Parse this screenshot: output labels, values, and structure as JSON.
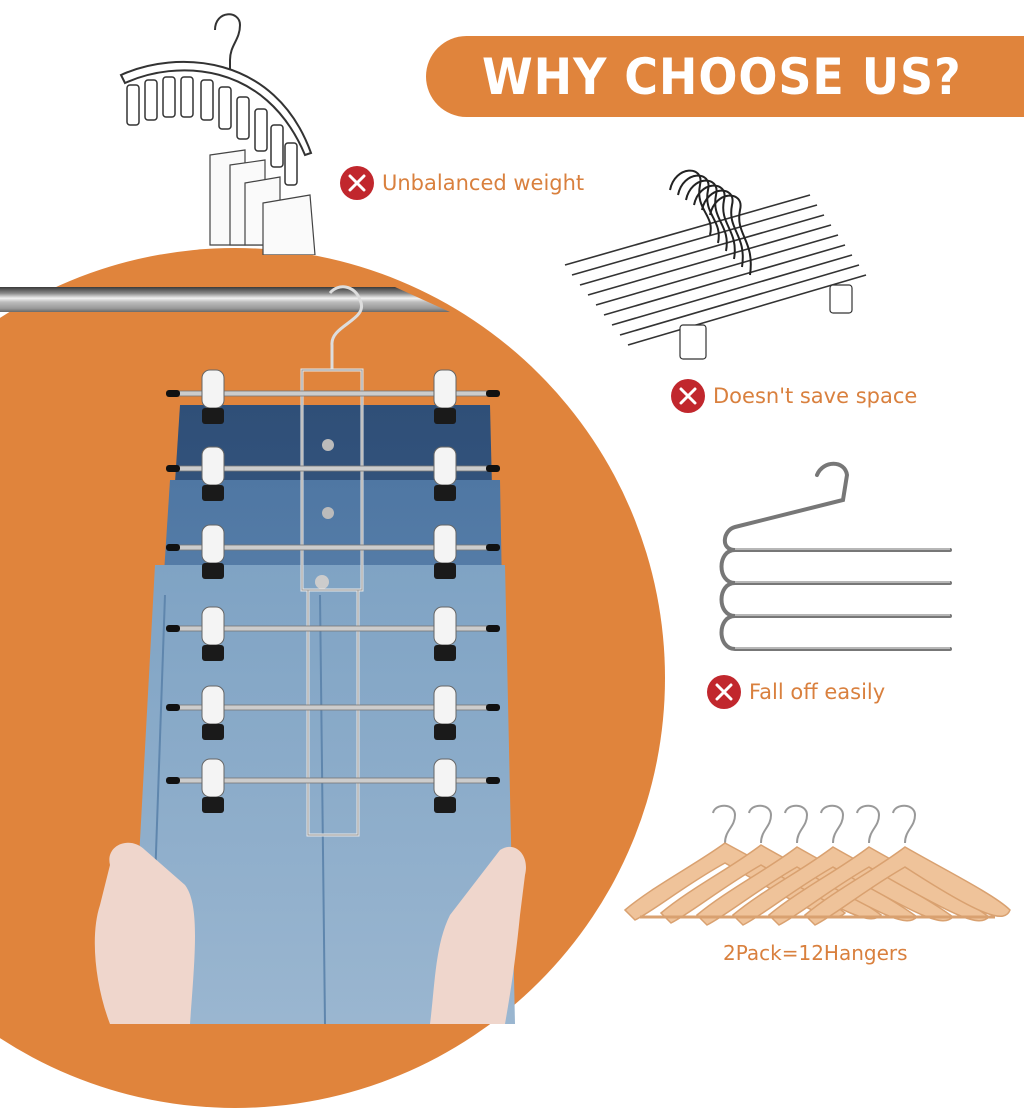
{
  "header": {
    "title": "WHY CHOOSE US?"
  },
  "cons": [
    {
      "icon": "x-circle-icon",
      "label": "Unbalanced weight"
    },
    {
      "icon": "x-circle-icon",
      "label": "Doesn't save space"
    },
    {
      "icon": "x-circle-icon",
      "label": "Fall off easily"
    }
  ],
  "product": {
    "pack_label": "2Pack=12Hangers",
    "tiers": 6
  },
  "colors": {
    "accent_orange": "#E0843C",
    "text_orange": "#D9803E",
    "x_badge_red": "#C1272D",
    "denim_blue": "#7FA3C4"
  }
}
